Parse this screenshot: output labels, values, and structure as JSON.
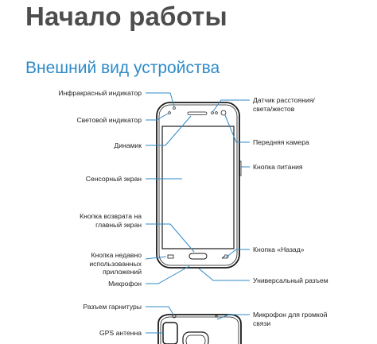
{
  "page": {
    "title": "Начало работы",
    "section_title": "Внешний вид устройства"
  },
  "labels": {
    "ir_indicator": "Инфракрасный индикатор",
    "light_indicator": "Световой индикатор",
    "speaker": "Динамик",
    "touchscreen": "Сенсорный экран",
    "home_button_line1": "Кнопка возврата на",
    "home_button_line2": "главный экран",
    "recent_apps_line1": "Кнопка недавно",
    "recent_apps_line2": "использованных",
    "recent_apps_line3": "приложений",
    "microphone": "Микрофон",
    "proximity_sensor_line1": "Датчик расстояния/",
    "proximity_sensor_line2": "света/жестов",
    "front_camera": "Передняя камера",
    "power_button": "Кнопка питания",
    "back_button": "Кнопка «Назад»",
    "universal_jack": "Универсальный разъем",
    "headset_jack": "Разъем гарнитуры",
    "gps_antenna": "GPS антенна",
    "speakerphone_mic_line1": "Микрофон для громкой",
    "speakerphone_mic_line2": "связи"
  },
  "colors": {
    "title": "#4d4d4d",
    "section_title": "#2e8bc9",
    "callout_line": "#2e8bc9",
    "device_outline": "#1a1a1a"
  }
}
